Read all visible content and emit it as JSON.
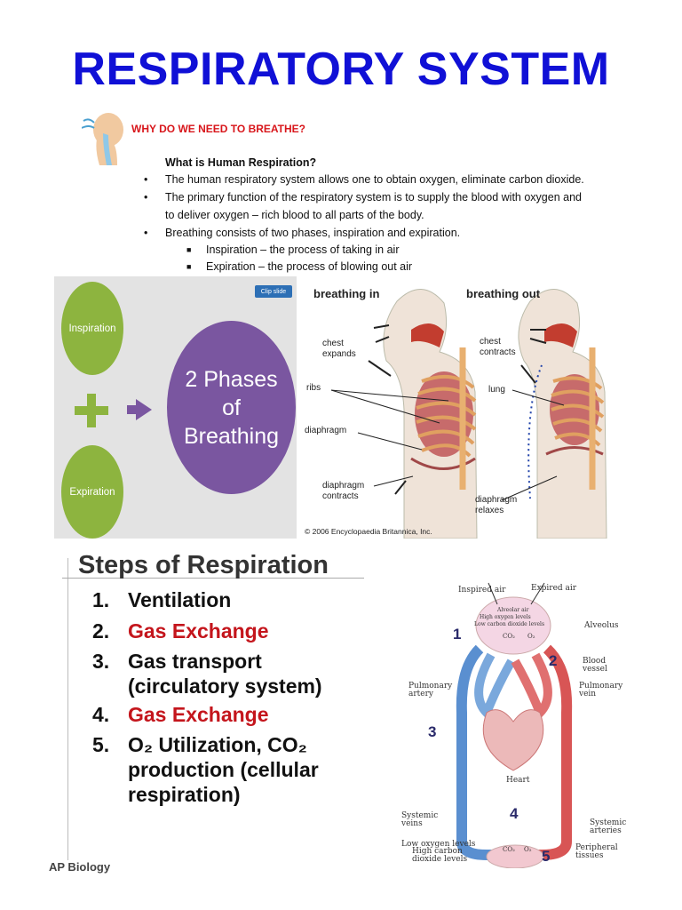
{
  "title": "RESPIRATORY SYSTEM",
  "why_heading": "WHY DO WE NEED TO BREATHE?",
  "question": "What is Human Respiration?",
  "bullets": [
    "The human respiratory system allows one to obtain oxygen, eliminate carbon dioxide.",
    "The primary function of the respiratory system is to supply the blood with oxygen and",
    "to deliver oxygen – rich blood to all parts of the body.",
    "Breathing consists of two phases, inspiration and expiration."
  ],
  "sub_bullets": [
    "Inspiration – the process of taking in air",
    "Expiration – the process of blowing out air"
  ],
  "phases": {
    "inspiration": "Inspiration",
    "expiration": "Expiration",
    "big_line1": "2 Phases",
    "big_line2": "of",
    "big_line3": "Breathing",
    "clip_label": "Clip slide"
  },
  "breathing": {
    "heading_in": "breathing in",
    "heading_out": "breathing out",
    "chest_expands": "chest expands",
    "ribs": "ribs",
    "diaphragm": "diaphragm",
    "diaphragm_contracts": "diaphragm contracts",
    "chest_contracts": "chest contracts",
    "lung": "lung",
    "diaphragm_relaxes": "diaphragm relaxes",
    "copyright": "© 2006 Encyclopaedia Britannica, Inc."
  },
  "steps": {
    "title": "Steps of Respiration",
    "items": [
      {
        "num": "1.",
        "text": "Ventilation",
        "color": "#111111"
      },
      {
        "num": "2.",
        "text": "Gas Exchange",
        "color": "#c4151c"
      },
      {
        "num": "3.",
        "text": "Gas transport",
        "color": "#111111"
      },
      {
        "num": "",
        "text": "(circulatory system)",
        "color": "#111111"
      },
      {
        "num": "4.",
        "text": "Gas Exchange",
        "color": "#c4151c"
      },
      {
        "num": "5.",
        "text": "O₂ Utilization, CO₂",
        "color": "#111111"
      },
      {
        "num": "",
        "text": "production (cellular",
        "color": "#111111"
      },
      {
        "num": "",
        "text": "respiration)",
        "color": "#111111"
      }
    ],
    "footer": "AP Biology"
  },
  "circulation": {
    "inspired_air": "Inspired air",
    "expired_air": "Expired air",
    "alveolus": "Alveolus",
    "alveolar_air": "Alveolar air",
    "high_o2": "High oxygen levels",
    "low_co2": "Low carbon dioxide levels",
    "blood_vessel": "Blood vessel",
    "pulmonary_artery": "Pulmonary artery",
    "pulmonary_vein": "Pulmonary vein",
    "heart": "Heart",
    "systemic_veins": "Systemic veins",
    "systemic_arteries": "Systemic arteries",
    "low_o2_levels": "Low oxygen levels",
    "high_co2_levels": "High carbon dioxide levels",
    "peripheral_tissues": "Peripheral tissues",
    "co2": "CO₂",
    "o2": "O₂",
    "n1": "1",
    "n2": "2",
    "n3": "3",
    "n4": "4",
    "n5": "5"
  }
}
